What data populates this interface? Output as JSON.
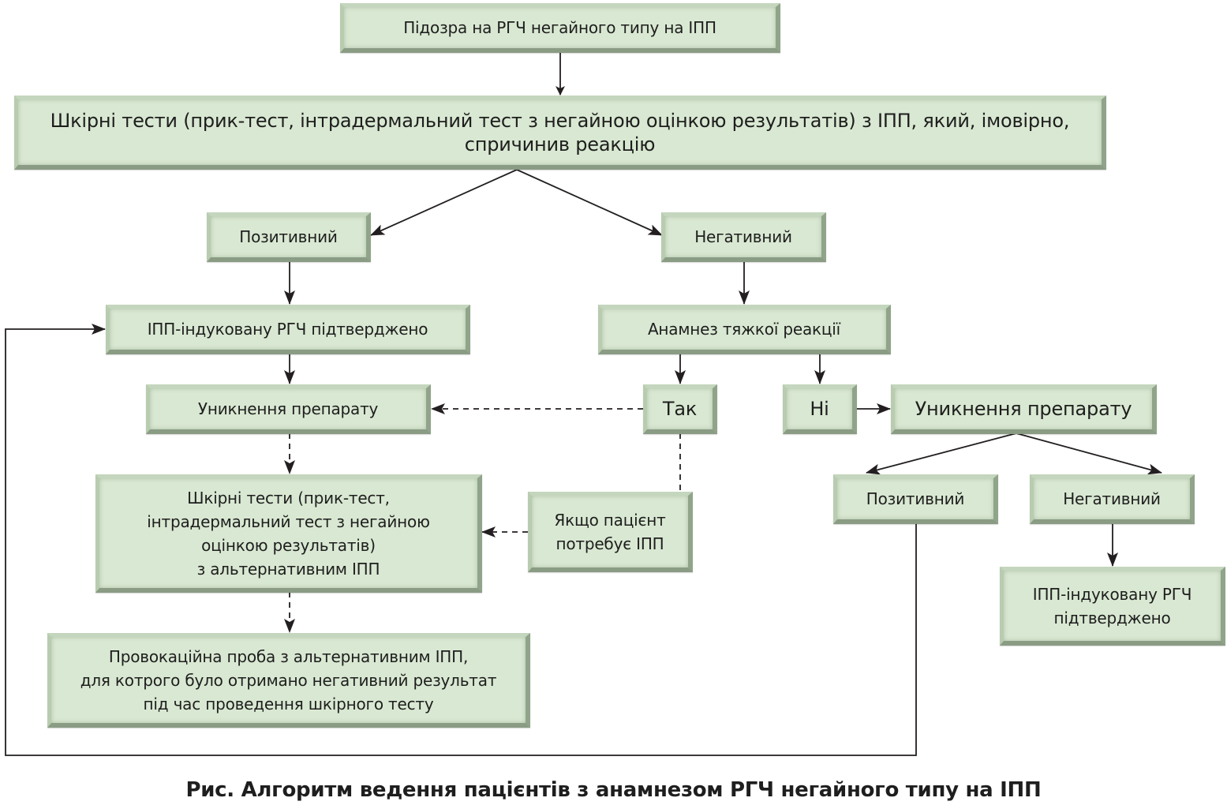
{
  "nodes": {
    "suspicion": "Підозра на РГЧ негайного типу на ІПП",
    "skin_tests_primary": "Шкірні тести (прик-тест, інтрадермальний тест з негайною оцінкою результатів) з ІПП, який, імовірно,\nспричинив реакцію",
    "positive_left": "Позитивний",
    "negative_center": "Негативний",
    "confirmed_left": "ІПП-індуковану РГЧ підтверджено",
    "severe_history": "Анамнез тяжкої реакції",
    "avoidance_left": "Уникнення препарату",
    "yes": "Так",
    "no": "Ні",
    "avoidance_right": "Уникнення препарату",
    "skin_tests_alternative": "Шкірні тести (прик-тест,\nінтрадермальний тест з негайною\nоцінкою результатів)\nз альтернативним ІПП",
    "if_patient_needs": "Якщо пацієнт\nпотребує ІПП",
    "positive_right": "Позитивний",
    "negative_right": "Негативний",
    "confirmed_right": "ІПП-індуковану РГЧ\nпідтверджено",
    "provocation_test": "Провокаційна проба з альтернативним ІПП,\nдля котрого було отримано негативний результат\nпід час проведення шкірного тесту"
  },
  "edges": [
    {
      "from": "suspicion",
      "to": "skin_tests_primary",
      "style": "solid"
    },
    {
      "from": "skin_tests_primary",
      "to": "positive_left",
      "style": "solid"
    },
    {
      "from": "skin_tests_primary",
      "to": "negative_center",
      "style": "solid"
    },
    {
      "from": "positive_left",
      "to": "confirmed_left",
      "style": "solid"
    },
    {
      "from": "negative_center",
      "to": "severe_history",
      "style": "solid"
    },
    {
      "from": "confirmed_left",
      "to": "avoidance_left",
      "style": "solid"
    },
    {
      "from": "severe_history",
      "to": "yes",
      "style": "solid"
    },
    {
      "from": "severe_history",
      "to": "no",
      "style": "solid"
    },
    {
      "from": "yes",
      "to": "avoidance_left",
      "style": "dashed"
    },
    {
      "from": "no",
      "to": "avoidance_right",
      "style": "solid"
    },
    {
      "from": "avoidance_left",
      "to": "skin_tests_alternative",
      "style": "dashed"
    },
    {
      "from": "yes",
      "to": "if_patient_needs",
      "style": "dashed"
    },
    {
      "from": "if_patient_needs",
      "to": "skin_tests_alternative",
      "style": "dashed"
    },
    {
      "from": "skin_tests_alternative",
      "to": "provocation_test",
      "style": "dashed"
    },
    {
      "from": "avoidance_right",
      "to": "positive_right",
      "style": "solid"
    },
    {
      "from": "avoidance_right",
      "to": "negative_right",
      "style": "solid"
    },
    {
      "from": "negative_right",
      "to": "confirmed_right",
      "style": "solid"
    },
    {
      "from": "positive_right",
      "to": "confirmed_left",
      "style": "solid"
    }
  ],
  "colors": {
    "box_fill": "#d9e8d2",
    "line": "#231f20"
  },
  "caption": "Рис. Алгоритм ведення пацієнтів з анамнезом РГЧ негайного типу на ІПП"
}
